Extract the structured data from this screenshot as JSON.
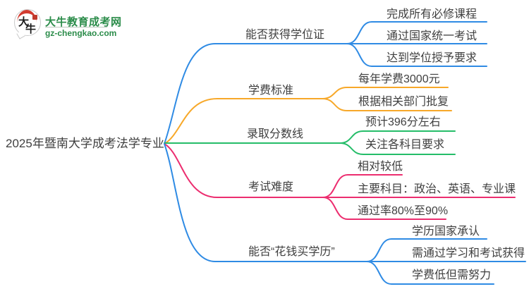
{
  "logo": {
    "badge_char1": "大",
    "badge_char2": "牛",
    "title": "大牛教育成考网",
    "domain": "gz-chengkao.com",
    "brand_green": "#2b8c4a",
    "brand_red": "#d23b2f"
  },
  "root": {
    "label": "2025年暨南大学成考法学专业"
  },
  "colors": {
    "blue": "#2f8be4",
    "orange": "#f7a829",
    "green": "#25bd69",
    "pink": "#ec2d6f",
    "text": "#3f3f3f"
  },
  "branches": [
    {
      "label": "能否获得学位证",
      "color": "blue",
      "children": [
        "完成所有必修课程",
        "通过国家统一考试",
        "达到学位授予要求"
      ]
    },
    {
      "label": "学费标准",
      "color": "orange",
      "children": [
        "每年学费3000元",
        "根据相关部门批复"
      ]
    },
    {
      "label": "录取分数线",
      "color": "green",
      "children": [
        "预计396分左右",
        "关注各科目要求"
      ]
    },
    {
      "label": "考试难度",
      "color": "pink",
      "children": [
        "相对较低",
        "主要科目：政治、英语、专业课",
        "通过率80%至90%"
      ]
    },
    {
      "label": "能否“花钱买学历”",
      "color": "blue",
      "children": [
        "学历国家承认",
        "需通过学习和考试获得",
        "学费低但需努力"
      ]
    }
  ]
}
